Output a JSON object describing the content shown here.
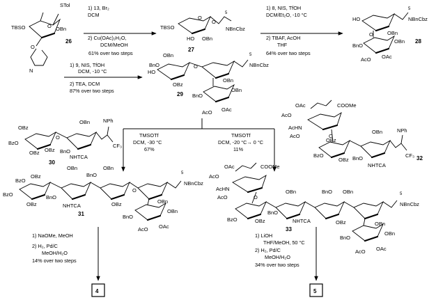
{
  "compounds": {
    "c26": "26",
    "c27": "27",
    "c28": "28",
    "c29": "29",
    "c30": "30",
    "c31": "31",
    "c32": "32",
    "c33": "33",
    "c4": "4",
    "c5": "5"
  },
  "conditions": {
    "r1": [
      "1) 13, Br₂",
      "DCM",
      "2) Cu(OAc)₂H₂O,",
      "DCM/MeOH",
      "61% over two steps"
    ],
    "r2": [
      "1) 8, NIS, TfOH",
      "DCM/Et₂O, -10 °C",
      "2) TBAF, AcOH",
      "THF",
      "64% over two steps"
    ],
    "r3": [
      "1) 9, NIS, TfOH",
      "DCM, -10 °C",
      "2) TEA, DCM",
      "87% over two steps"
    ],
    "r4": [
      "TMSOTf",
      "DCM, -30 °C",
      "67%"
    ],
    "r5": [
      "TMSOTf",
      "DCM, -20 °C→ 0 °C",
      "11%"
    ],
    "r6": [
      "1) NaOMe, MeOH",
      "2) H₂, Pd/C",
      "MeOH/H₂O",
      "14% over two steps"
    ],
    "r7": [
      "1) LiOH",
      "THF/MeOH, 50 °C",
      "2) H₂, Pd/C",
      "MeOH/H₂O",
      "34% over two steps"
    ]
  },
  "labels": {
    "s26": [
      "STol",
      "TBSO",
      "OBn",
      "O",
      "O",
      "N"
    ],
    "s27": [
      "TBSO",
      "HO",
      "OBn",
      "NBnCbz",
      "5",
      "O",
      "O"
    ],
    "s28": [
      "HO",
      "O",
      "OBn",
      "OBn",
      "BnO",
      "OAc",
      "AcO",
      "NBnCbz",
      "5"
    ],
    "s29": [
      "OBn",
      "BnO",
      "HO",
      "OBz",
      "O",
      "OBn",
      "OBn",
      "BnO",
      "OAc",
      "AcO",
      "NBnCbz",
      "5"
    ],
    "s30": [
      "OBz",
      "BzO",
      "OBz",
      "OBz",
      "BnO",
      "OBn",
      "NHTCA",
      "NPh",
      "CF₃",
      "O"
    ],
    "s32": [
      "AcO",
      "OAc",
      "COOMe",
      "AcHN",
      "AcO",
      "O",
      "OBz",
      "BzO",
      "OBz",
      "OBn",
      "BnO",
      "NHTCA",
      "NPh",
      "CF₃"
    ],
    "s31": [
      "BzO",
      "OBz",
      "BzO",
      "OBz",
      "BnO",
      "OBn",
      "NHTCA",
      "OBn",
      "BnO",
      "OBz",
      "O",
      "OBn",
      "OBn",
      "BnO",
      "OAc",
      "AcO",
      "NBnCbz",
      "5"
    ],
    "s33": [
      "AcO",
      "OAc",
      "COOMe",
      "AcHN",
      "AcO",
      "O",
      "BzO",
      "OBz",
      "BnO",
      "OBn",
      "NHTCA",
      "BnO",
      "OBn",
      "OBz",
      "OBn",
      "OBn",
      "BnO",
      "OAc",
      "AcO",
      "NBnCbz",
      "5"
    ]
  }
}
